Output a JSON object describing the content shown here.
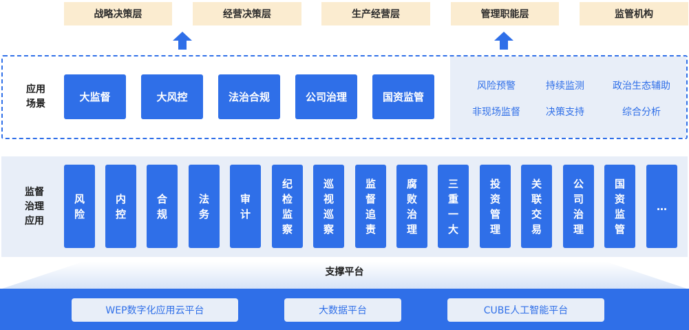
{
  "top_tiers": [
    "战略决策层",
    "经营决策层",
    "生产经营层",
    "管理职能层",
    "监管机构"
  ],
  "scenarios": {
    "label": "应用场景",
    "buttons": [
      "大监督",
      "大风控",
      "法治合规",
      "公司治理",
      "国资监管"
    ],
    "features": [
      "风险预警",
      "持续监测",
      "政治生态辅助",
      "非现场监督",
      "决策支持",
      "综合分析"
    ]
  },
  "supervision": {
    "label": "监督治理应用",
    "columns": [
      "风险",
      "内控",
      "合规",
      "法务",
      "审计",
      "纪检监察",
      "巡视巡察",
      "监督追责",
      "腐败治理",
      "三重一大",
      "投资管理",
      "关联交易",
      "公司治理",
      "国资监管",
      "…"
    ]
  },
  "platform": {
    "title": "支撑平台",
    "items": [
      "WEP数字化应用云平台",
      "大数据平台",
      "CUBE人工智能平台"
    ]
  },
  "colors": {
    "primary": "#2f6fe8",
    "light": "#e8eef8",
    "tier_bg": "#fbecd0"
  }
}
